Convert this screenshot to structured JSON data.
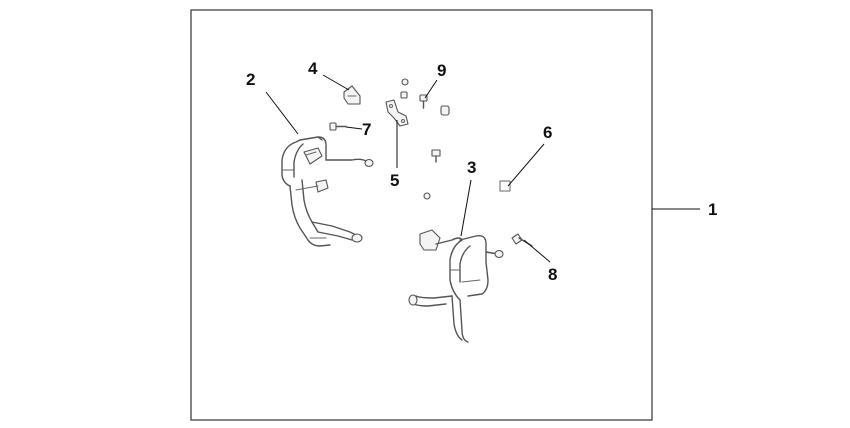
{
  "callouts": {
    "c1": "1",
    "c2": "2",
    "c3": "3",
    "c4": "4",
    "c5": "5",
    "c6": "6",
    "c7": "7",
    "c8": "8",
    "c9": "9"
  },
  "colors": {
    "line": "#555555",
    "text": "#111111",
    "background": "#ffffff"
  }
}
